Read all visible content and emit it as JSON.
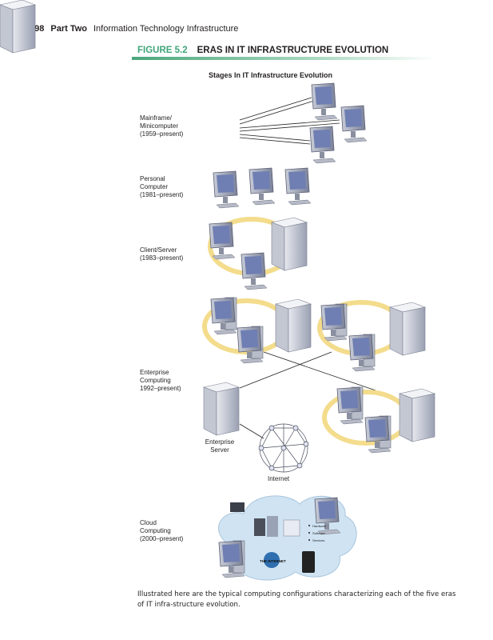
{
  "header": {
    "page_number": "198",
    "part": "Part Two",
    "section": "Information Technology Infrastructure"
  },
  "figure": {
    "number": "FIGURE 5.2",
    "title": "ERAS IN IT INFRASTRUCTURE EVOLUTION",
    "subtitle": "Stages In IT Infrastructure Evolution",
    "accent_color": "#3fa57a"
  },
  "eras": [
    {
      "label": "Mainframe/\nMinicomputer\n(1959–present)"
    },
    {
      "label": "Personal\nComputer\n(1981–present)"
    },
    {
      "label": "Client/Server\n(1983–present)"
    },
    {
      "label": "Enterprise\nComputing\n1992–present)"
    },
    {
      "label": "Cloud\nComputing\n(2000–present)"
    }
  ],
  "diagram": {
    "enterprise_server": "Enterprise\nServer",
    "internet": "Internet",
    "cloud_items": [
      "Hardware",
      "Software",
      "Services"
    ],
    "the_internet": "THE INTERNET"
  },
  "caption": "Illustrated here are the typical computing configurations characterizing each of the five eras of IT infra-structure evolution."
}
